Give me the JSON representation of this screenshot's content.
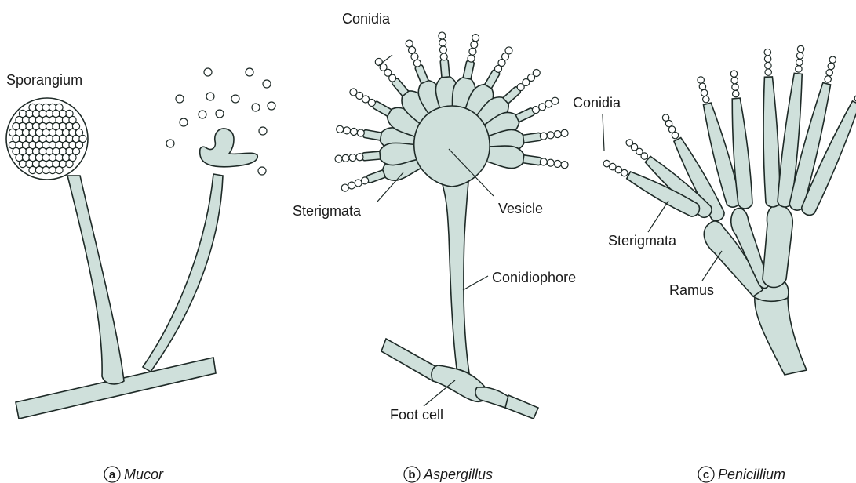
{
  "panels": [
    {
      "letter": "a",
      "genus": "Mucor"
    },
    {
      "letter": "b",
      "genus": "Aspergillus"
    },
    {
      "letter": "c",
      "genus": "Penicillium"
    }
  ],
  "labels": {
    "sporangium": "Sporangium",
    "conidia_b": "Conidia",
    "sterigmata_b": "Sterigmata",
    "vesicle": "Vesicle",
    "conidiophore": "Conidiophore",
    "foot_cell": "Foot cell",
    "conidia_c": "Conidia",
    "sterigmata_c": "Sterigmata",
    "ramus": "Ramus"
  },
  "colors": {
    "hypha_fill": "#cfe0db",
    "outline": "#1e2a27"
  }
}
